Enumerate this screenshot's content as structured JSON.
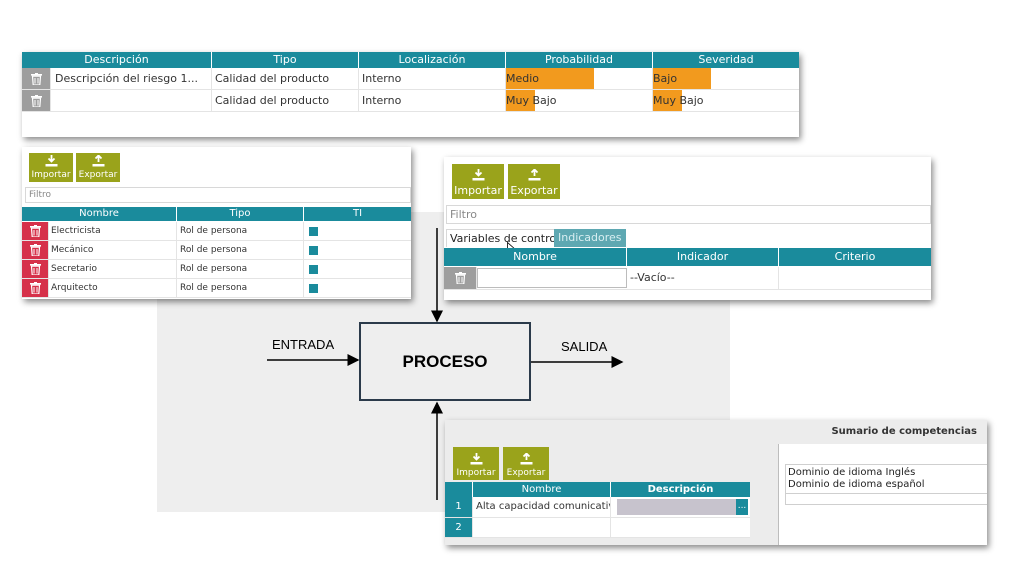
{
  "risk_table": {
    "headers": [
      "Descripción",
      "Tipo",
      "Localización",
      "Probabilidad",
      "Severidad"
    ],
    "rows": [
      {
        "descripcion": "Descripción del riesgo 1...",
        "tipo": "Calidad del producto",
        "localizacion": "Interno",
        "probabilidad": "Medio",
        "probabilidad_level": 0.6,
        "severidad": "Bajo",
        "severidad_level": 0.4
      },
      {
        "descripcion": "",
        "tipo": "Calidad del producto",
        "localizacion": "Interno",
        "probabilidad": "Muy Bajo",
        "probabilidad_level": 0.2,
        "severidad": "Muy Bajo",
        "severidad_level": 0.2
      }
    ]
  },
  "roles_panel": {
    "import_label": "Importar",
    "export_label": "Exportar",
    "filter_placeholder": "Filtro",
    "headers": [
      "Nombre",
      "Tipo",
      "TI"
    ],
    "rows": [
      {
        "nombre": "Electricista",
        "tipo": "Rol de persona"
      },
      {
        "nombre": "Mecánico",
        "tipo": "Rol de persona"
      },
      {
        "nombre": "Secretario",
        "tipo": "Rol de persona"
      },
      {
        "nombre": "Arquitecto",
        "tipo": "Rol de persona"
      }
    ]
  },
  "control_panel": {
    "import_label": "Importar",
    "export_label": "Exportar",
    "filter_placeholder": "Filtro",
    "tabs": [
      "Variables de control",
      "Indicadores"
    ],
    "headers": [
      "Nombre",
      "Indicador",
      "Criterio"
    ],
    "row": {
      "nombre": "",
      "indicador": "--Vacío--",
      "criterio": ""
    }
  },
  "diagram": {
    "input_label": "ENTRADA",
    "process_label": "PROCESO",
    "output_label": "SALIDA"
  },
  "competencies_panel": {
    "title": "Sumario de competencias",
    "import_label": "Importar",
    "export_label": "Exportar",
    "headers": [
      "Nombre",
      "Descripción"
    ],
    "rows": [
      {
        "num": "1",
        "nombre": "Alta capacidad comunicativa",
        "descripcion": ""
      },
      {
        "num": "2",
        "nombre": "",
        "descripcion": ""
      }
    ],
    "ellipsis": "...",
    "list_items": [
      "Dominio de idioma Inglés",
      "Dominio de idioma español"
    ]
  },
  "colors": {
    "teal": "#1a8b9c",
    "orange": "#f29a1e",
    "olive": "#9aa31b",
    "red": "#d6314a",
    "gray": "#9e9e9e"
  }
}
